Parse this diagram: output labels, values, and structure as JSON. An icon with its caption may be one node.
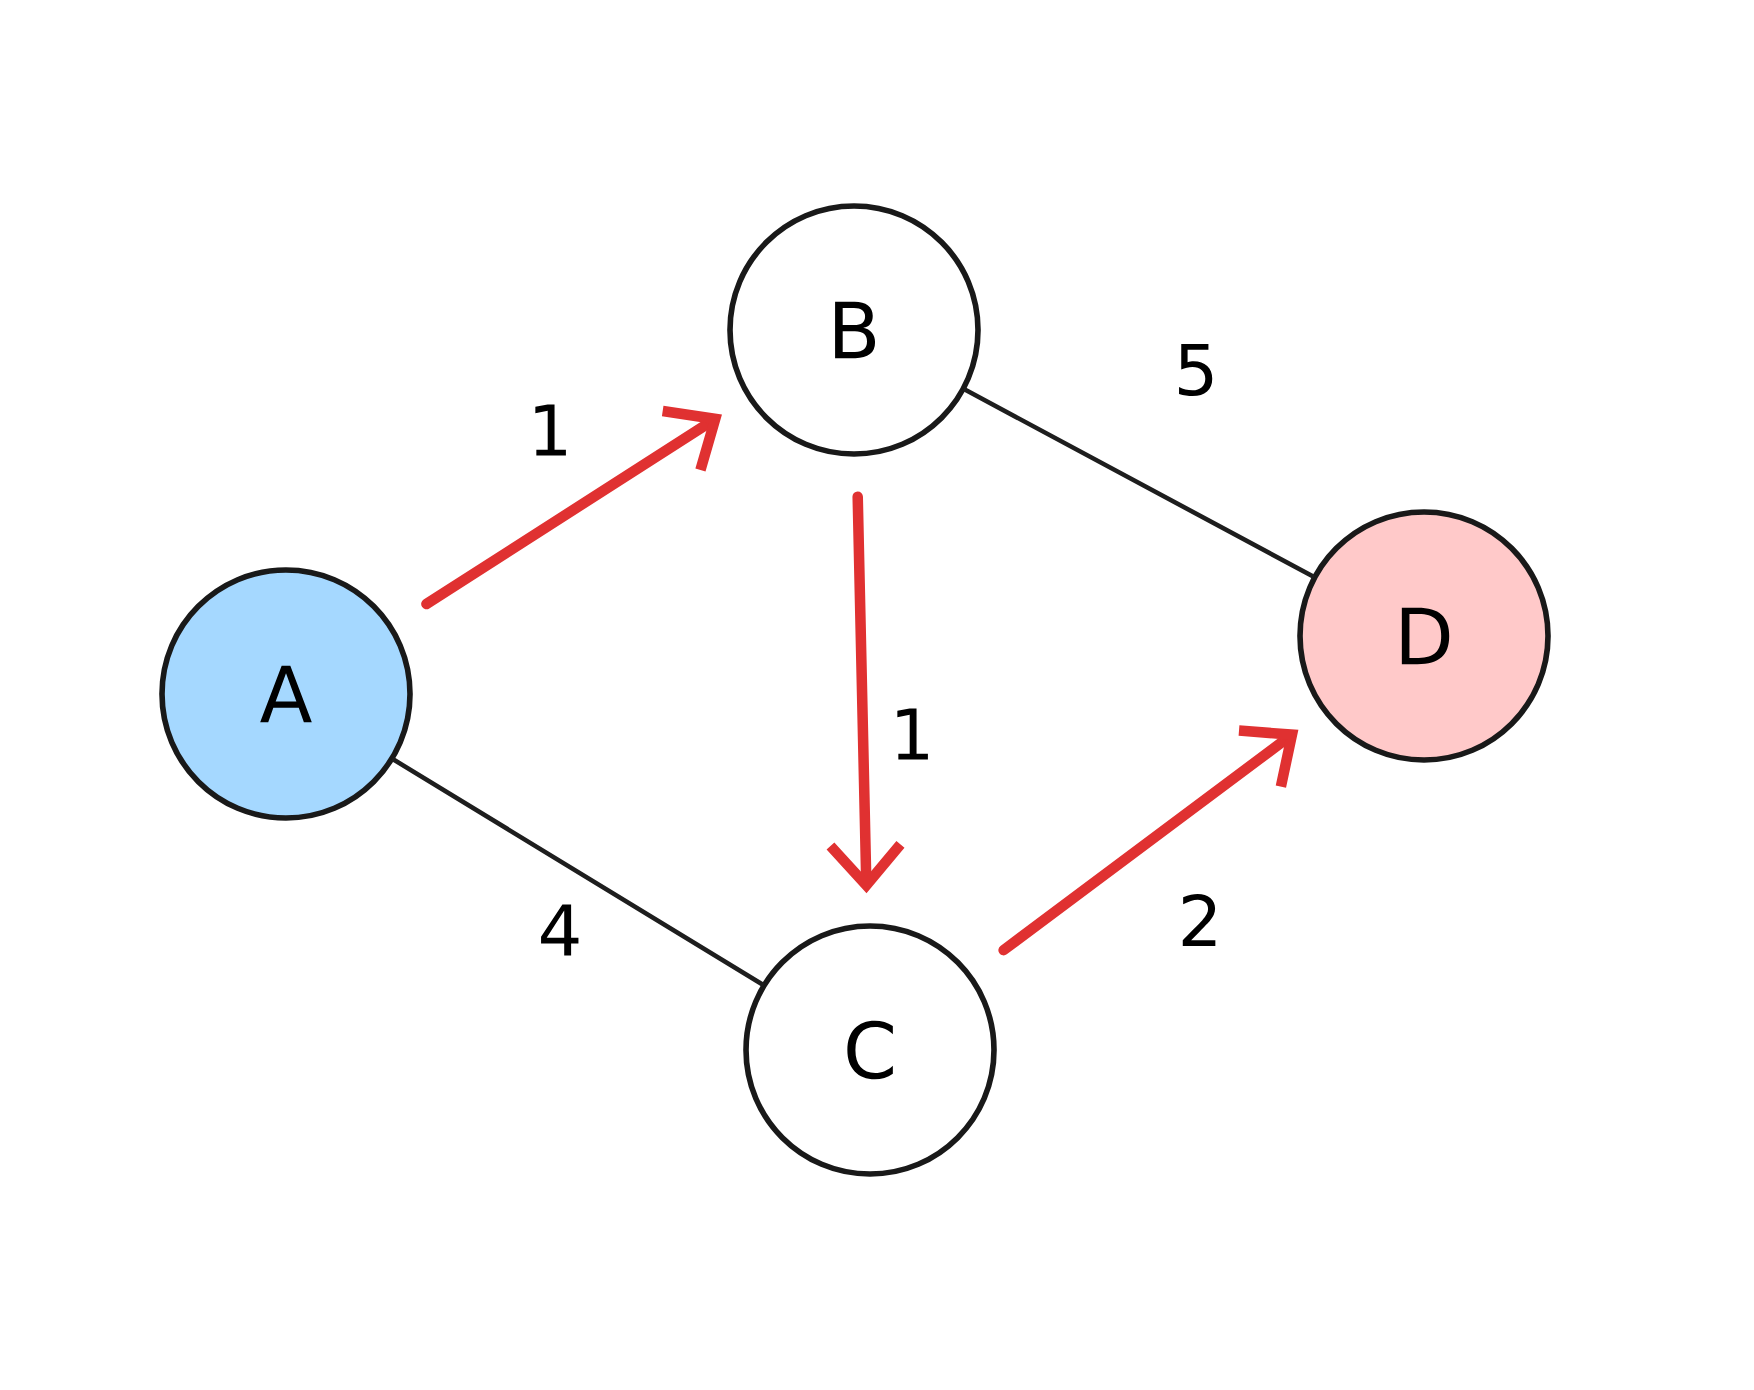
{
  "diagram": {
    "nodes": [
      {
        "text": [
          "A"
        ]
      },
      {
        "text": [
          "B"
        ]
      },
      {
        "text": [
          "C"
        ]
      },
      {
        "text": [
          "D"
        ]
      }
    ],
    "edges": [
      {
        "from": 0,
        "to": 1,
        "arrow": "to",
        "label": "1"
      },
      {
        "from": 1,
        "to": 3,
        "arrow": "none",
        "label": "5",
        "color": "#1e1e1e"
      },
      {
        "from": 1,
        "to": 2,
        "arrow": "to",
        "label": "1"
      },
      {
        "from": 0,
        "to": 2,
        "arrow": "none",
        "label": "4",
        "color": "#1e1e1e"
      },
      {
        "from": 2,
        "to": 3,
        "arrow": "to",
        "label": "2"
      }
    ]
  }
}
